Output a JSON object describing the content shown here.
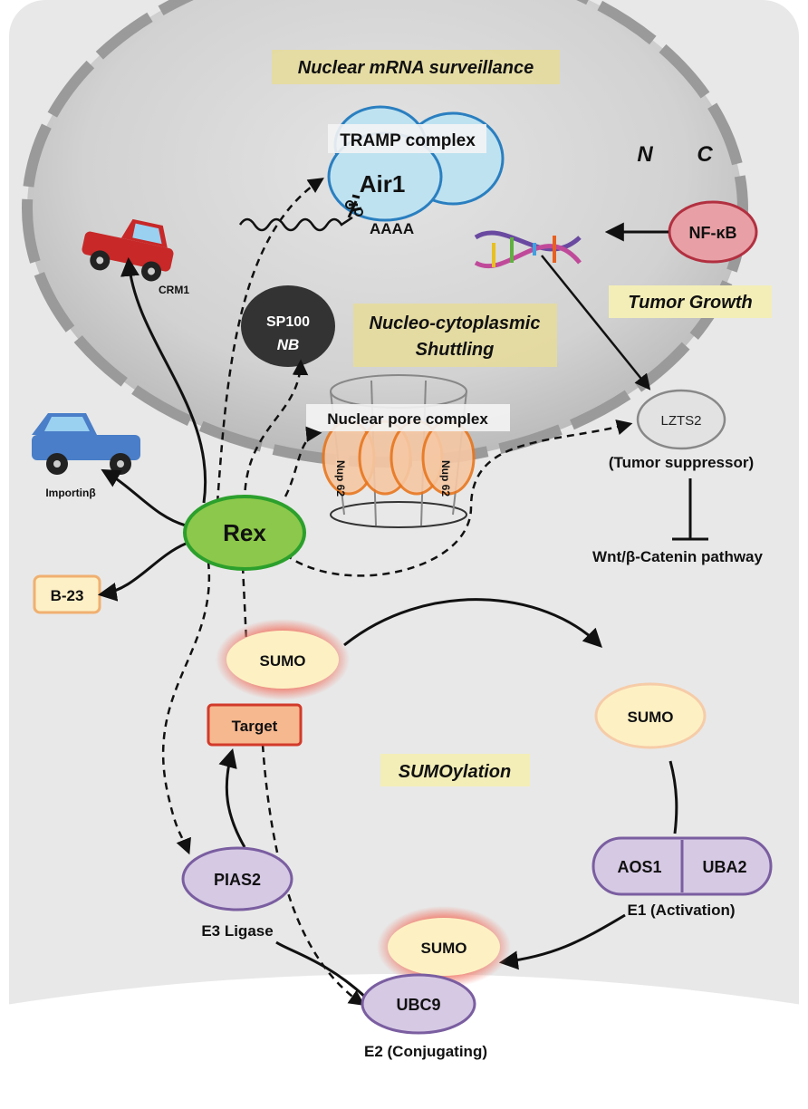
{
  "colors": {
    "cell": "#e6e6e6",
    "nucleus_edge": "#9a9a9a",
    "nucleus_fill": "#cdcdcd",
    "rex": "#8cc84b",
    "rex_border": "#2ca02c",
    "sumo": "#fdf1c4",
    "sumo_glow": "#f08070",
    "purple": "#d6c9e4",
    "purple_border": "#7a5ea0",
    "highlight_box": "#f3eeb8",
    "nfkb": "#e8a0a6",
    "nup": "#f6c8a4",
    "nup_border": "#e8761e",
    "target": "#f6b88f",
    "target_border": "#d23a2a",
    "b23": "#fdf0c6",
    "b23_border": "#f0b070"
  },
  "sections": {
    "mrna_surveillance": "Nuclear mRNA surveillance",
    "shuttling_line1": "Nucleo-cytoplasmic",
    "shuttling_line2": "Shuttling",
    "tumor_growth": "Tumor Growth",
    "sumoylation": "SUMOylation"
  },
  "compartments": {
    "nucleus": "N",
    "cytoplasm": "C"
  },
  "nodes": {
    "tramp": "TRAMP complex",
    "air1": "Air1",
    "polya": "AAAA",
    "crm1": "CRM1",
    "importin": "Importinβ",
    "sp100": "SP100",
    "nb": "NB",
    "npc": "Nuclear pore complex",
    "nup1": "Nup 62",
    "nup2": "Nup 62",
    "nfkb": "NF-κB",
    "lzts2": "LZTS2",
    "tumor_suppressor": "(Tumor suppressor)",
    "wnt": "Wnt/β-Catenin pathway",
    "rex": "Rex",
    "b23": "B-23",
    "sumo_target": "SUMO",
    "target": "Target",
    "sumo_free": "SUMO",
    "sumo_e2": "SUMO",
    "aos1": "AOS1",
    "uba2": "UBA2",
    "e1": "E1 (Activation)",
    "pias2": "PIAS2",
    "e3": "E3 Ligase",
    "ubc9": "UBC9",
    "e2": "E2 (Conjugating)"
  },
  "icons": [
    "truck-icon-red",
    "truck-icon-blue",
    "dna-helix-icon",
    "rna-strand-icon"
  ]
}
